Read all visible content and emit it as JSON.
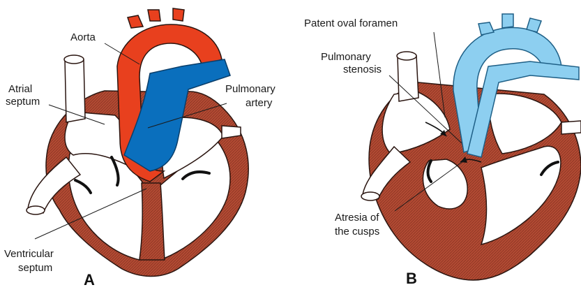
{
  "colors": {
    "aorta": "#e8401e",
    "pulmonary_artery": "#0a6fbd",
    "pulmonary_artery_light": "#8dcff0",
    "myocardium": "#b24a33",
    "outline": "#2a1510"
  },
  "panel_a": {
    "letter": "A",
    "labels": {
      "aorta": "Aorta",
      "atrial_septum_1": "Atrial",
      "atrial_septum_2": "septum",
      "pulmonary_artery_1": "Pulmonary",
      "pulmonary_artery_2": "artery",
      "ventricular_septum_1": "Ventricular",
      "ventricular_septum_2": "septum"
    }
  },
  "panel_b": {
    "letter": "B",
    "labels": {
      "patent_oval_foramen": "Patent oval foramen",
      "pulmonary_stenosis_1": "Pulmonary",
      "pulmonary_stenosis_2": "stenosis",
      "atresia_1": "Atresia of",
      "atresia_2": "the cusps"
    }
  }
}
